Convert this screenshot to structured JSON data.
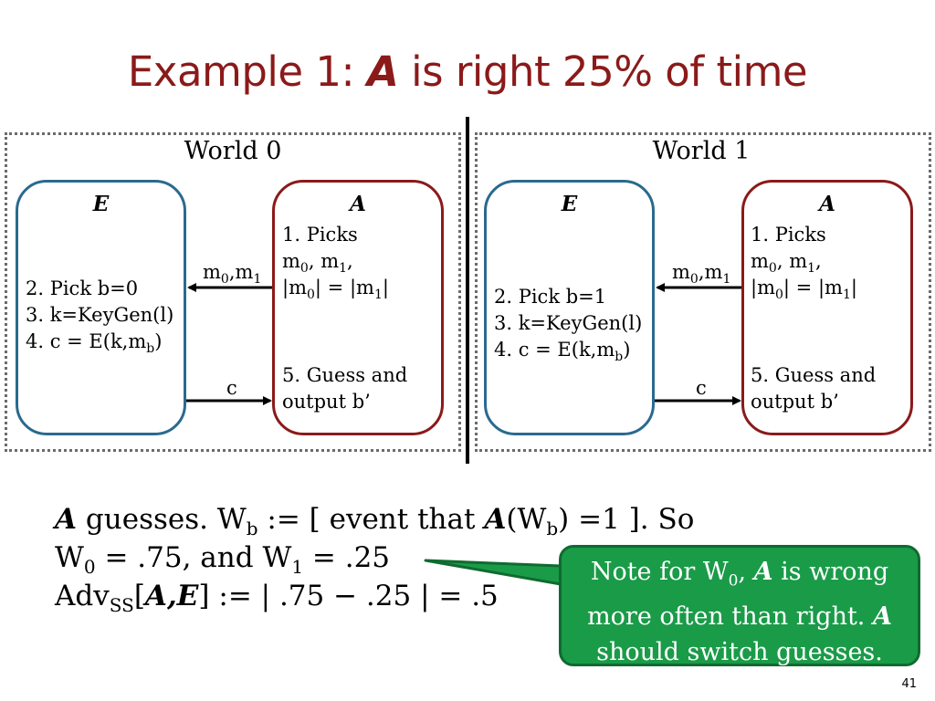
{
  "title": {
    "prefix": "Example 1: ",
    "actor": "A",
    "suffix": " is right 25% of time"
  },
  "worlds": [
    {
      "title": "World 0",
      "e_label": "E",
      "e_lines": [
        "2. Pick b=0",
        "3. k=KeyGen(l)",
        "4. c = E(k,m"
      ],
      "e_sub": "b",
      "a_label": "A",
      "a_pick": "1. Picks",
      "a_guess": [
        "5. Guess and",
        "output b’"
      ],
      "msg_label": "m",
      "c_label": "c"
    },
    {
      "title": "World 1",
      "e_label": "E",
      "e_lines": [
        "2. Pick b=1",
        "3. k=KeyGen(l)",
        "4. c = E(k,m"
      ],
      "e_sub": "b",
      "a_label": "A",
      "a_pick": "1. Picks",
      "a_guess": [
        "5. Guess and",
        "output b’"
      ],
      "msg_label": "m",
      "c_label": "c"
    }
  ],
  "bottom": {
    "line1_a": "A",
    "line1_b": " guesses. W",
    "line1_c": " := [ event that ",
    "line1_d": "A",
    "line1_e": "(W",
    "line1_f": ") =1  ]. So",
    "line2": "W",
    "line2_b": " = .75, and W",
    "line2_c": " = .25",
    "line3_a": "Adv",
    "line3_sub": "SS",
    "line3_b": "[",
    "line3_c": "A",
    "line3_d": ",",
    "line3_e": "E",
    "line3_f": "] := | .75 −  .25 |  = .5"
  },
  "callout": {
    "t1": "Note for W",
    "t2": ", ",
    "t3": "A",
    "t4": " is wrong",
    "t5": "more often than right. ",
    "t6": "A",
    "t7": "should switch guesses."
  },
  "page_number": "41",
  "colors": {
    "title": "#8b1a1a",
    "box_e": "#2a6a8e",
    "box_a": "#8b1a1a",
    "callout": "#1a9b48"
  }
}
